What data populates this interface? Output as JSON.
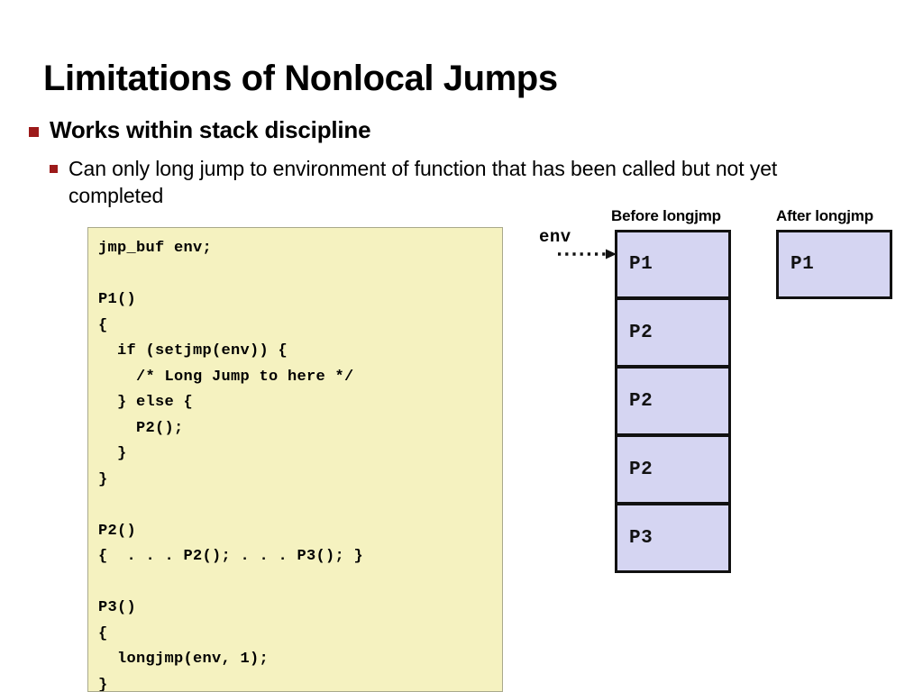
{
  "slide": {
    "title": "Limitations of Nonlocal Jumps",
    "bullet_level1": "Works within stack discipline",
    "bullet_level2": "Can only long jump to environment of function that has been called but not yet completed"
  },
  "code": {
    "language": "c",
    "text": "jmp_buf env;\n\nP1()\n{\n  if (setjmp(env)) {\n    /* Long Jump to here */\n  } else {\n    P2();\n  }\n}\n\nP2()\n{  . . . P2(); . . . P3(); }\n\nP3()\n{\n  longjmp(env, 1);\n}",
    "background_color": "#F5F2C0"
  },
  "diagram": {
    "env_label": "env",
    "before": {
      "caption": "Before longjmp",
      "frames": [
        "P1",
        "P2",
        "P2",
        "P2",
        "P3"
      ]
    },
    "after": {
      "caption": "After longjmp",
      "frames": [
        "P1"
      ]
    },
    "frame_color": "#D5D5F2",
    "frame_border_color": "#111111"
  },
  "colors": {
    "bullet_marker": "#9C1A1A",
    "background": "#FFFFFF",
    "text": "#000000"
  }
}
